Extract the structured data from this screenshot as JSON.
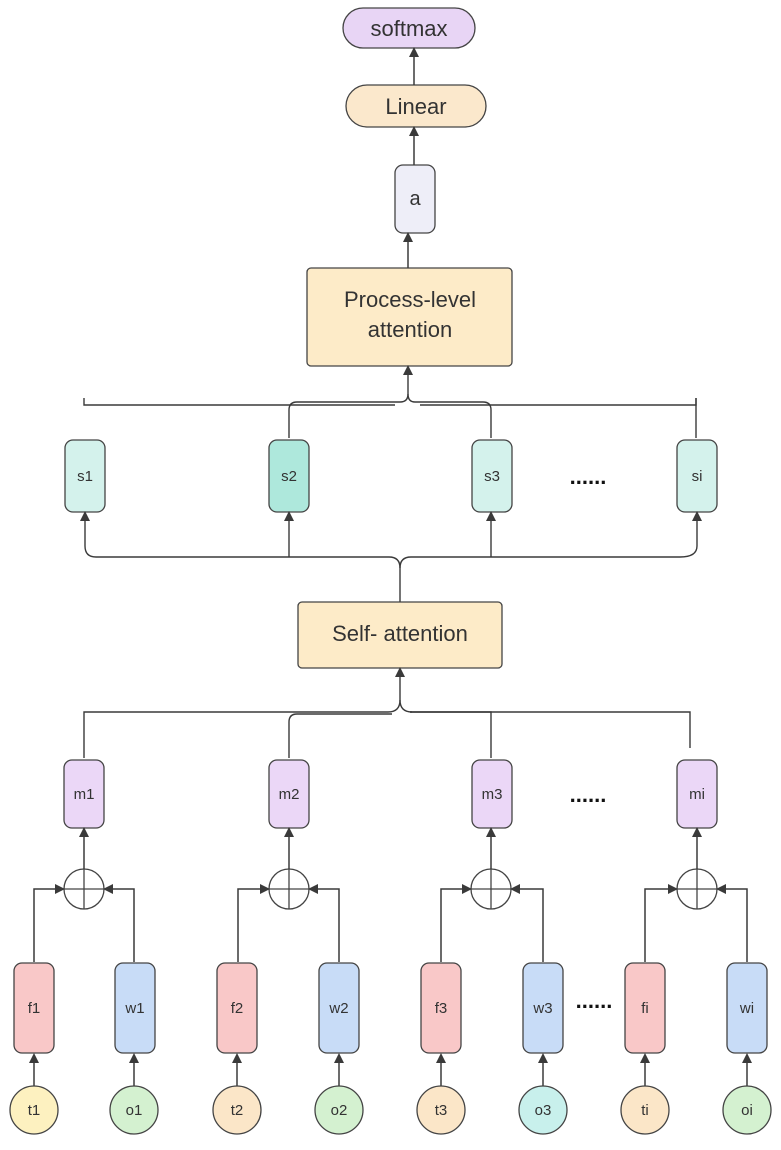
{
  "nodes": {
    "softmax": "softmax",
    "linear": "Linear",
    "a": "a",
    "process_attention": [
      "Process-level",
      "attention"
    ],
    "self_attention": "Self- attention"
  },
  "s_nodes": [
    "s1",
    "s2",
    "s3",
    "si"
  ],
  "m_nodes": [
    "m1",
    "m2",
    "m3",
    "mi"
  ],
  "f_nodes": [
    "f1",
    "f2",
    "f3",
    "fi"
  ],
  "w_nodes": [
    "w1",
    "w2",
    "w3",
    "wi"
  ],
  "t_nodes": [
    "t1",
    "t2",
    "t3",
    "ti"
  ],
  "o_nodes": [
    "o1",
    "o2",
    "o3",
    "oi"
  ],
  "ellipsis": "......",
  "colors": {
    "softmax_fill": "#e8d5f5",
    "linear_fill": "#fbe8cc",
    "a_fill": "#eeeef8",
    "attention_fill": "#fdebc8",
    "s_fill": "#d4f2ec",
    "s_fill_dark": "#aee8dc",
    "m_fill": "#ebd7f7",
    "f_fill": "#f9c8c8",
    "w_fill": "#c8dcf7",
    "t_fill": "#fdf1c0",
    "o_fill": "#d4f1d0",
    "o3_fill": "#c8f0ec",
    "ti_fill": "#fbe6c8",
    "line": "#444444"
  }
}
